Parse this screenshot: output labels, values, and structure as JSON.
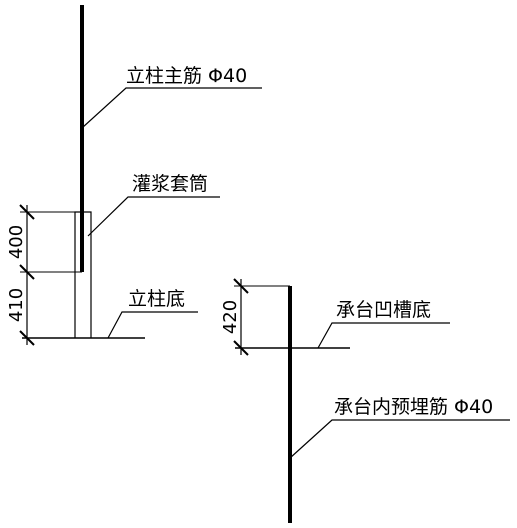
{
  "labels": {
    "column_main_rebar": "立柱主筋 Φ40",
    "grout_sleeve": "灌浆套筒",
    "column_bottom": "立柱底",
    "cap_groove_bottom": "承台凹槽底",
    "cap_embedded_rebar": "承台内预埋筋 Φ40"
  },
  "dimensions": {
    "sleeve_length": "400",
    "column_offset": "410",
    "groove_depth": "420"
  }
}
